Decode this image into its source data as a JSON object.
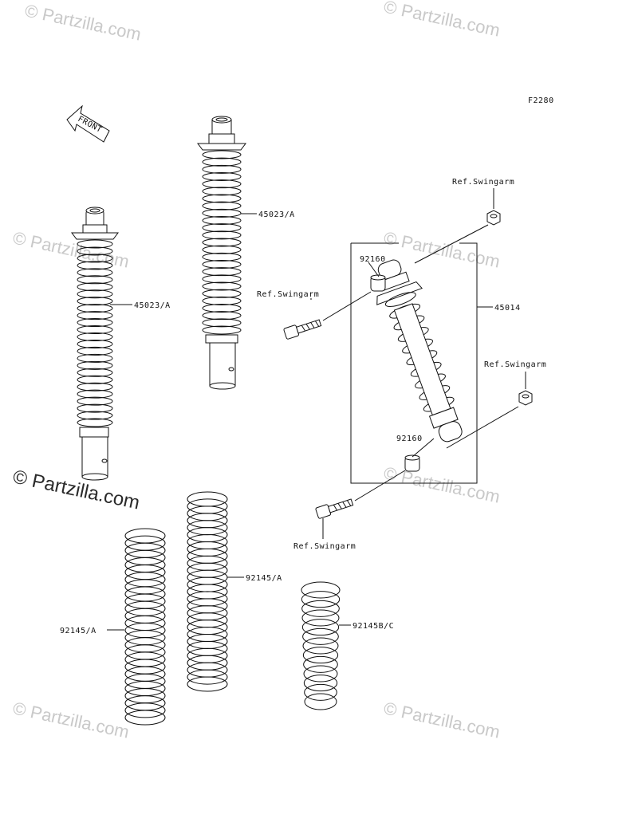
{
  "figure_code": "F2280",
  "front_arrow_label": "FRONT",
  "watermark": "© Partzilla.com",
  "watermark_main": "© Partzilla.com",
  "callouts": {
    "shock_left": "45023/A",
    "shock_mid": "45023/A",
    "shock_assy": "45014",
    "collar_top": "92160",
    "collar_bottom": "92160",
    "ref_top_right": "Ref.Swingarm",
    "ref_left_bolt": "Ref.Swingarm",
    "ref_right_nut": "Ref.Swingarm",
    "ref_bottom_bolt": "Ref.Swingarm",
    "spring_left": "92145/A",
    "spring_mid": "92145/A",
    "spring_right": "92145B/C"
  }
}
